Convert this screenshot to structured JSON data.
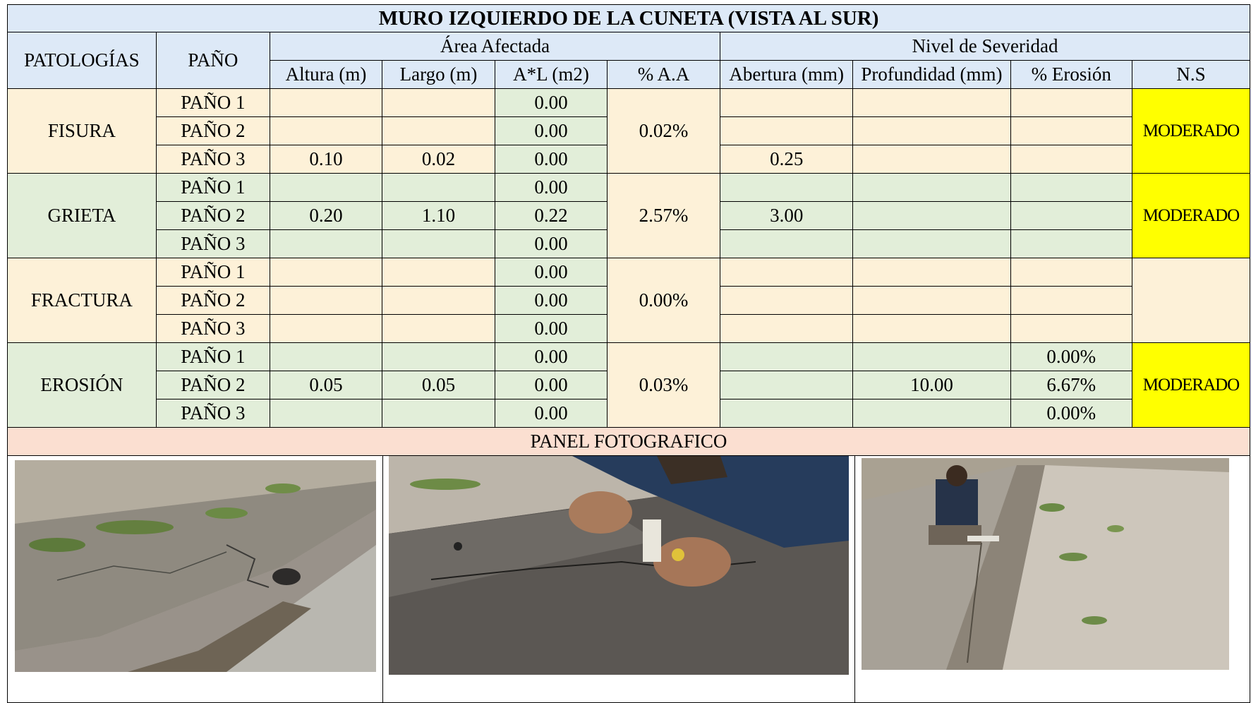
{
  "title": "MURO IZQUIERDO DE LA CUNETA (VISTA AL SUR)",
  "headers": {
    "patologias": "PATOLOGÍAS",
    "pano": "PAÑO",
    "area_afectada": "Área Afectada",
    "nivel_severidad": "Nivel de Severidad",
    "altura": "Altura (m)",
    "largo": "Largo (m)",
    "axl": "A*L (m2)",
    "pct_aa": "% A.A",
    "abertura": "Abertura (mm)",
    "profundidad": "Profundidad (mm)",
    "pct_erosion": "% Erosión",
    "ns": "N.S"
  },
  "groups": [
    {
      "name": "FISURA",
      "pct_aa": "0.02%",
      "ns": "MODERADO",
      "rows": [
        {
          "pano": "PAÑO 1",
          "altura": "",
          "largo": "",
          "axl": "0.00",
          "abertura": "",
          "profundidad": "",
          "erosion": ""
        },
        {
          "pano": "PAÑO 2",
          "altura": "",
          "largo": "",
          "axl": "0.00",
          "abertura": "",
          "profundidad": "",
          "erosion": ""
        },
        {
          "pano": "PAÑO 3",
          "altura": "0.10",
          "largo": "0.02",
          "axl": "0.00",
          "abertura": "0.25",
          "profundidad": "",
          "erosion": ""
        }
      ]
    },
    {
      "name": "GRIETA",
      "pct_aa": "2.57%",
      "ns": "MODERADO",
      "rows": [
        {
          "pano": "PAÑO 1",
          "altura": "",
          "largo": "",
          "axl": "0.00",
          "abertura": "",
          "profundidad": "",
          "erosion": ""
        },
        {
          "pano": "PAÑO 2",
          "altura": "0.20",
          "largo": "1.10",
          "axl": "0.22",
          "abertura": "3.00",
          "profundidad": "",
          "erosion": ""
        },
        {
          "pano": "PAÑO 3",
          "altura": "",
          "largo": "",
          "axl": "0.00",
          "abertura": "",
          "profundidad": "",
          "erosion": ""
        }
      ]
    },
    {
      "name": "FRACTURA",
      "pct_aa": "0.00%",
      "ns": "",
      "rows": [
        {
          "pano": "PAÑO 1",
          "altura": "",
          "largo": "",
          "axl": "0.00",
          "abertura": "",
          "profundidad": "",
          "erosion": ""
        },
        {
          "pano": "PAÑO 2",
          "altura": "",
          "largo": "",
          "axl": "0.00",
          "abertura": "",
          "profundidad": "",
          "erosion": ""
        },
        {
          "pano": "PAÑO 3",
          "altura": "",
          "largo": "",
          "axl": "0.00",
          "abertura": "",
          "profundidad": "",
          "erosion": ""
        }
      ]
    },
    {
      "name": "EROSIÓN",
      "pct_aa": "0.03%",
      "ns": "MODERADO",
      "rows": [
        {
          "pano": "PAÑO 1",
          "altura": "",
          "largo": "",
          "axl": "0.00",
          "abertura": "",
          "profundidad": "",
          "erosion": "0.00%"
        },
        {
          "pano": "PAÑO 2",
          "altura": "0.05",
          "largo": "0.05",
          "axl": "0.00",
          "abertura": "",
          "profundidad": "10.00",
          "erosion": "6.67%"
        },
        {
          "pano": "PAÑO 3",
          "altura": "",
          "largo": "",
          "axl": "0.00",
          "abertura": "",
          "profundidad": "",
          "erosion": "0.00%"
        }
      ]
    }
  ],
  "panel_title": "PANEL FOTOGRAFICO",
  "colors": {
    "header_bg": "#dde9f7",
    "fisura_fractura_bg": "#fdf1d8",
    "grieta_erosion_bg": "#e2eed9",
    "moderado_bg": "#ffff00",
    "panel_bg": "#fbdfd1"
  }
}
